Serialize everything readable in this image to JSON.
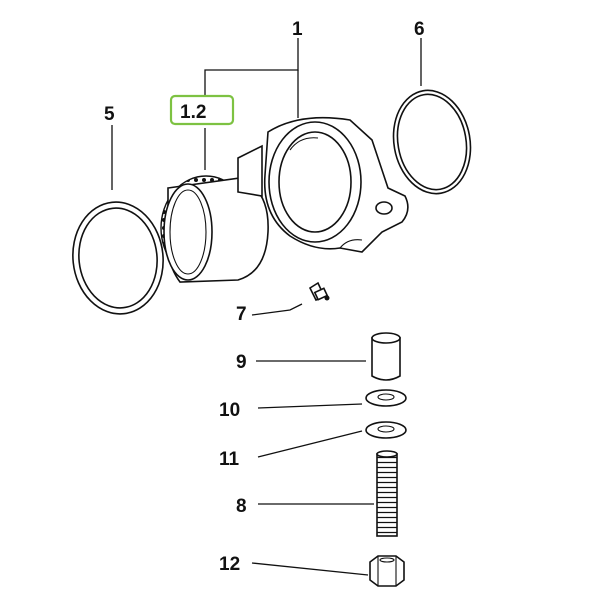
{
  "callouts": {
    "c1": "1",
    "c1_2": "1.2",
    "c5": "5",
    "c6": "6",
    "c7": "7",
    "c8": "8",
    "c9": "9",
    "c10": "10",
    "c11": "11",
    "c12": "12"
  },
  "colors": {
    "highlight": "#7dc242",
    "line": "#111111"
  }
}
